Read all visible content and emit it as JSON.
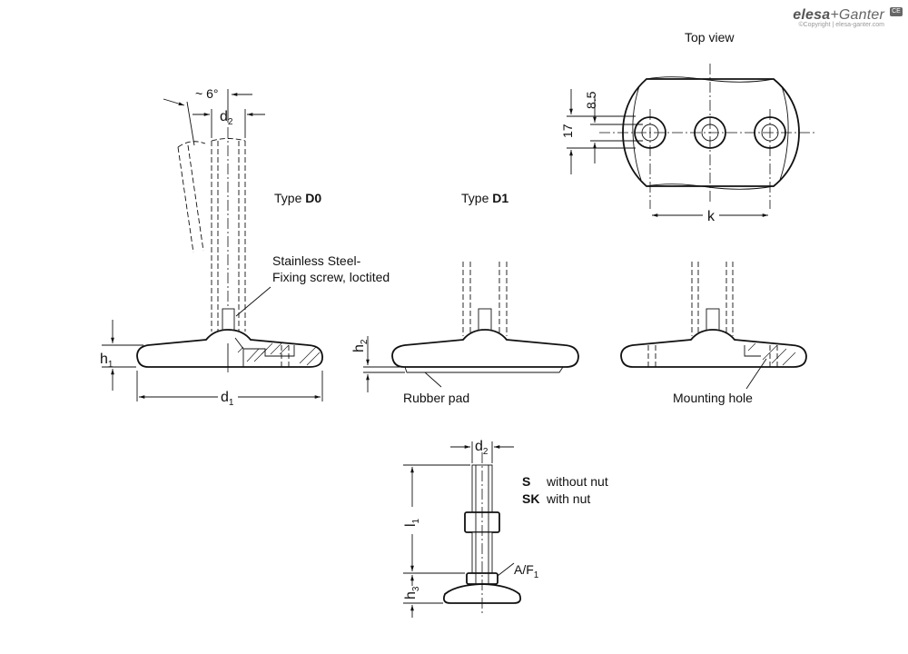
{
  "brand": {
    "name_part1": "elesa",
    "name_part2": "+Ganter",
    "copyright": "©Copyright | elesa-ganter.com",
    "badge": "CE"
  },
  "labels": {
    "top_view": "Top view",
    "angle": "~ 6°",
    "type_prefix": "Type ",
    "type_d0": "D0",
    "type_d1": "D1",
    "screw_line1": "Stainless Steel-",
    "screw_line2": "Fixing screw, loctited",
    "rubber_pad": "Rubber pad",
    "mounting_hole": "Mounting hole",
    "s_code": "S",
    "s_desc": "without nut",
    "sk_code": "SK",
    "sk_desc": "with nut",
    "af": "A/F",
    "af_sub": "1",
    "d": "d",
    "d1_sub": "1",
    "d2_sub": "2",
    "h": "h",
    "h1_sub": "1",
    "h2_sub": "2",
    "h3_sub": "3",
    "l": "l",
    "l1_sub": "1",
    "k": "k",
    "dim_85": "8.5",
    "dim_17": "17"
  }
}
